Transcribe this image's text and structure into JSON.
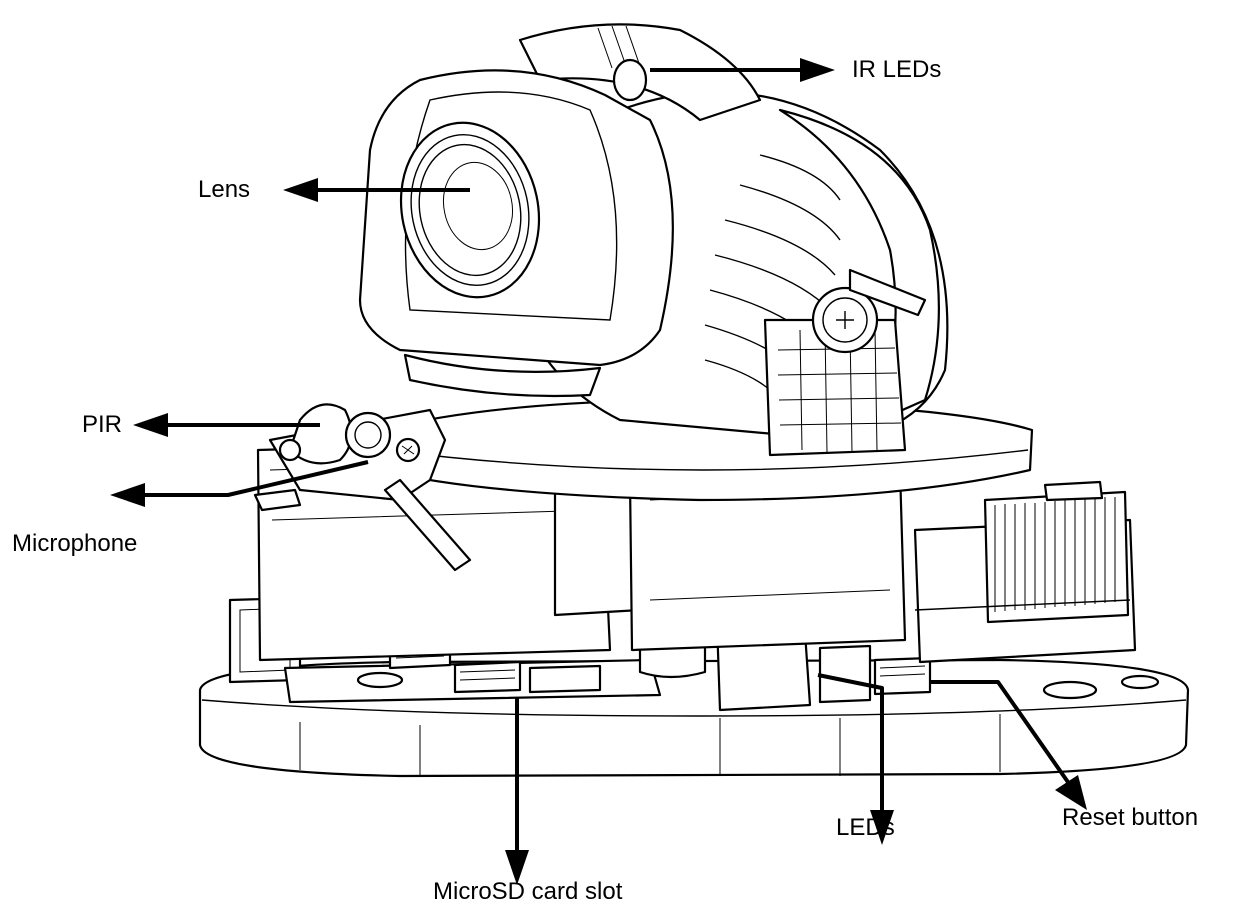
{
  "labels": {
    "ir_leds": "IR LEDs",
    "lens": "Lens",
    "pir": "PIR",
    "microphone": "Microphone",
    "microsd": "MicroSD card slot",
    "leds": "LEDs",
    "reset": "Reset button"
  }
}
